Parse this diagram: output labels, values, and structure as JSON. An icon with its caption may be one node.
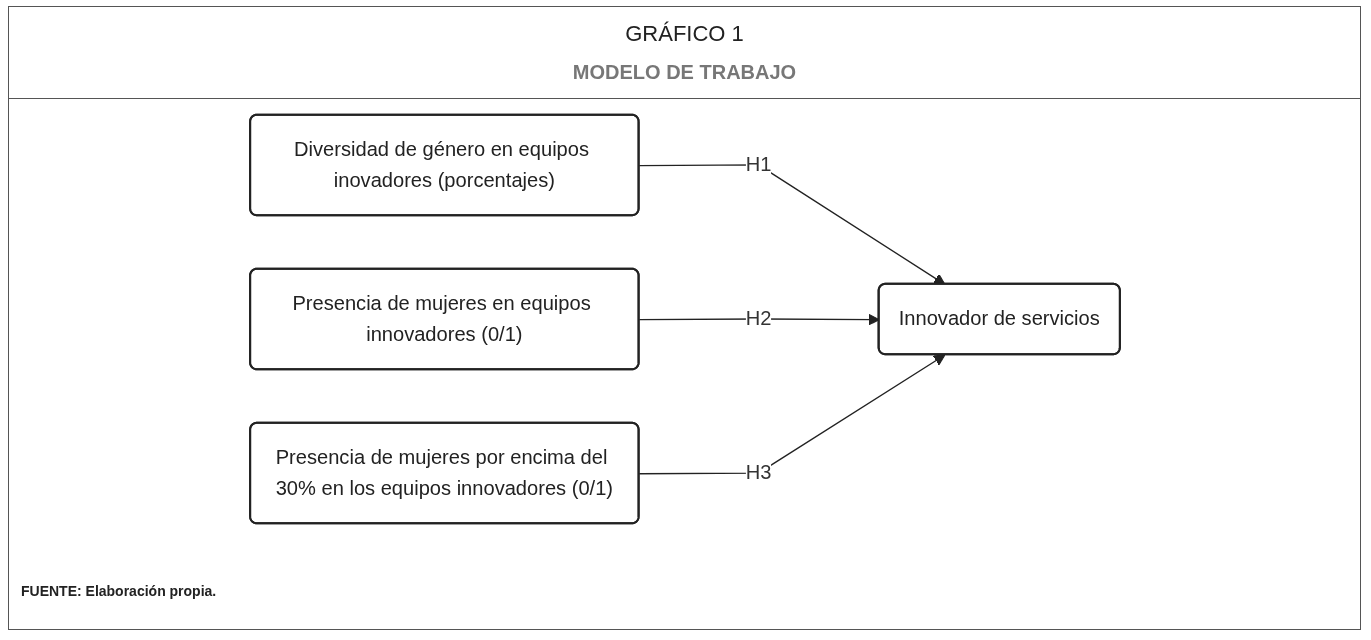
{
  "diagram": {
    "title": "GRÁFICO 1",
    "nodes": [
      {
        "text": [
          "Diversidad de género en equipos inovadores (porcentajes)"
        ]
      },
      {
        "text": [
          "Presencia de mujeres en equipos innovadores (0/1)"
        ]
      },
      {
        "text": [
          "Presencia de mujeres por encima del 30% en los equipos innovadores (0/1)"
        ]
      },
      {
        "text": [
          "Innovador de servicios"
        ]
      }
    ],
    "edges": [
      {
        "from": 0,
        "to": 3,
        "arrow": "to",
        "label": "H1"
      },
      {
        "from": 1,
        "to": 3,
        "arrow": "to",
        "label": "H2"
      },
      {
        "from": 2,
        "to": 3,
        "arrow": "to",
        "label": "H3"
      }
    ],
    "labels": [
      "MODELO DE TRABAJO"
    ],
    "caption": "FUENTE: Elaboración propia."
  }
}
